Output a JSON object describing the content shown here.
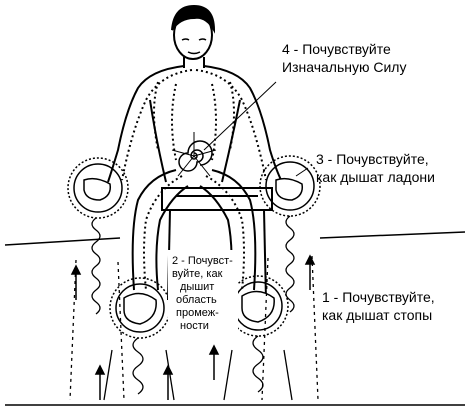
{
  "labels": {
    "four": [
      "4 - Почувствуйте",
      "Изначальную Силу"
    ],
    "three": [
      "3 - Почувствуйте,",
      "как дышат ладони"
    ],
    "two": [
      "2 - Почувст-",
      "вуйте, как",
      "дышит",
      "область",
      "промеж-",
      "ности"
    ],
    "one": [
      "1 - Почувствуйте,",
      "как дышат стопы"
    ]
  },
  "colors": {
    "ink": "#000000",
    "paper": "#ffffff"
  }
}
